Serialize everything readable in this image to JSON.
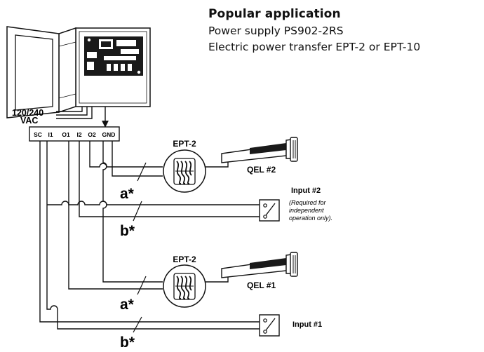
{
  "header": {
    "title": "Popular application",
    "line1": "Power supply PS902-2RS",
    "line2": "Electric power transfer EPT-2 or EPT-10"
  },
  "supply": {
    "voltage": "120/240",
    "voltage_unit": "VAC",
    "terminals": [
      "SC",
      "I1",
      "O1",
      "I2",
      "O2",
      "GND"
    ]
  },
  "devices": {
    "ept_top": "EPT-2",
    "ept_bottom": "EPT-2",
    "qel_top": "QEL #2",
    "qel_bottom": "QEL #1",
    "input2_label": "Input #2",
    "input2_note": [
      "(Required for",
      "independent",
      "operation only)."
    ],
    "input1_label": "Input #1"
  },
  "cables": {
    "a_top": "a*",
    "b_top": "b*",
    "a_bottom": "a*",
    "b_bottom": "b*"
  }
}
